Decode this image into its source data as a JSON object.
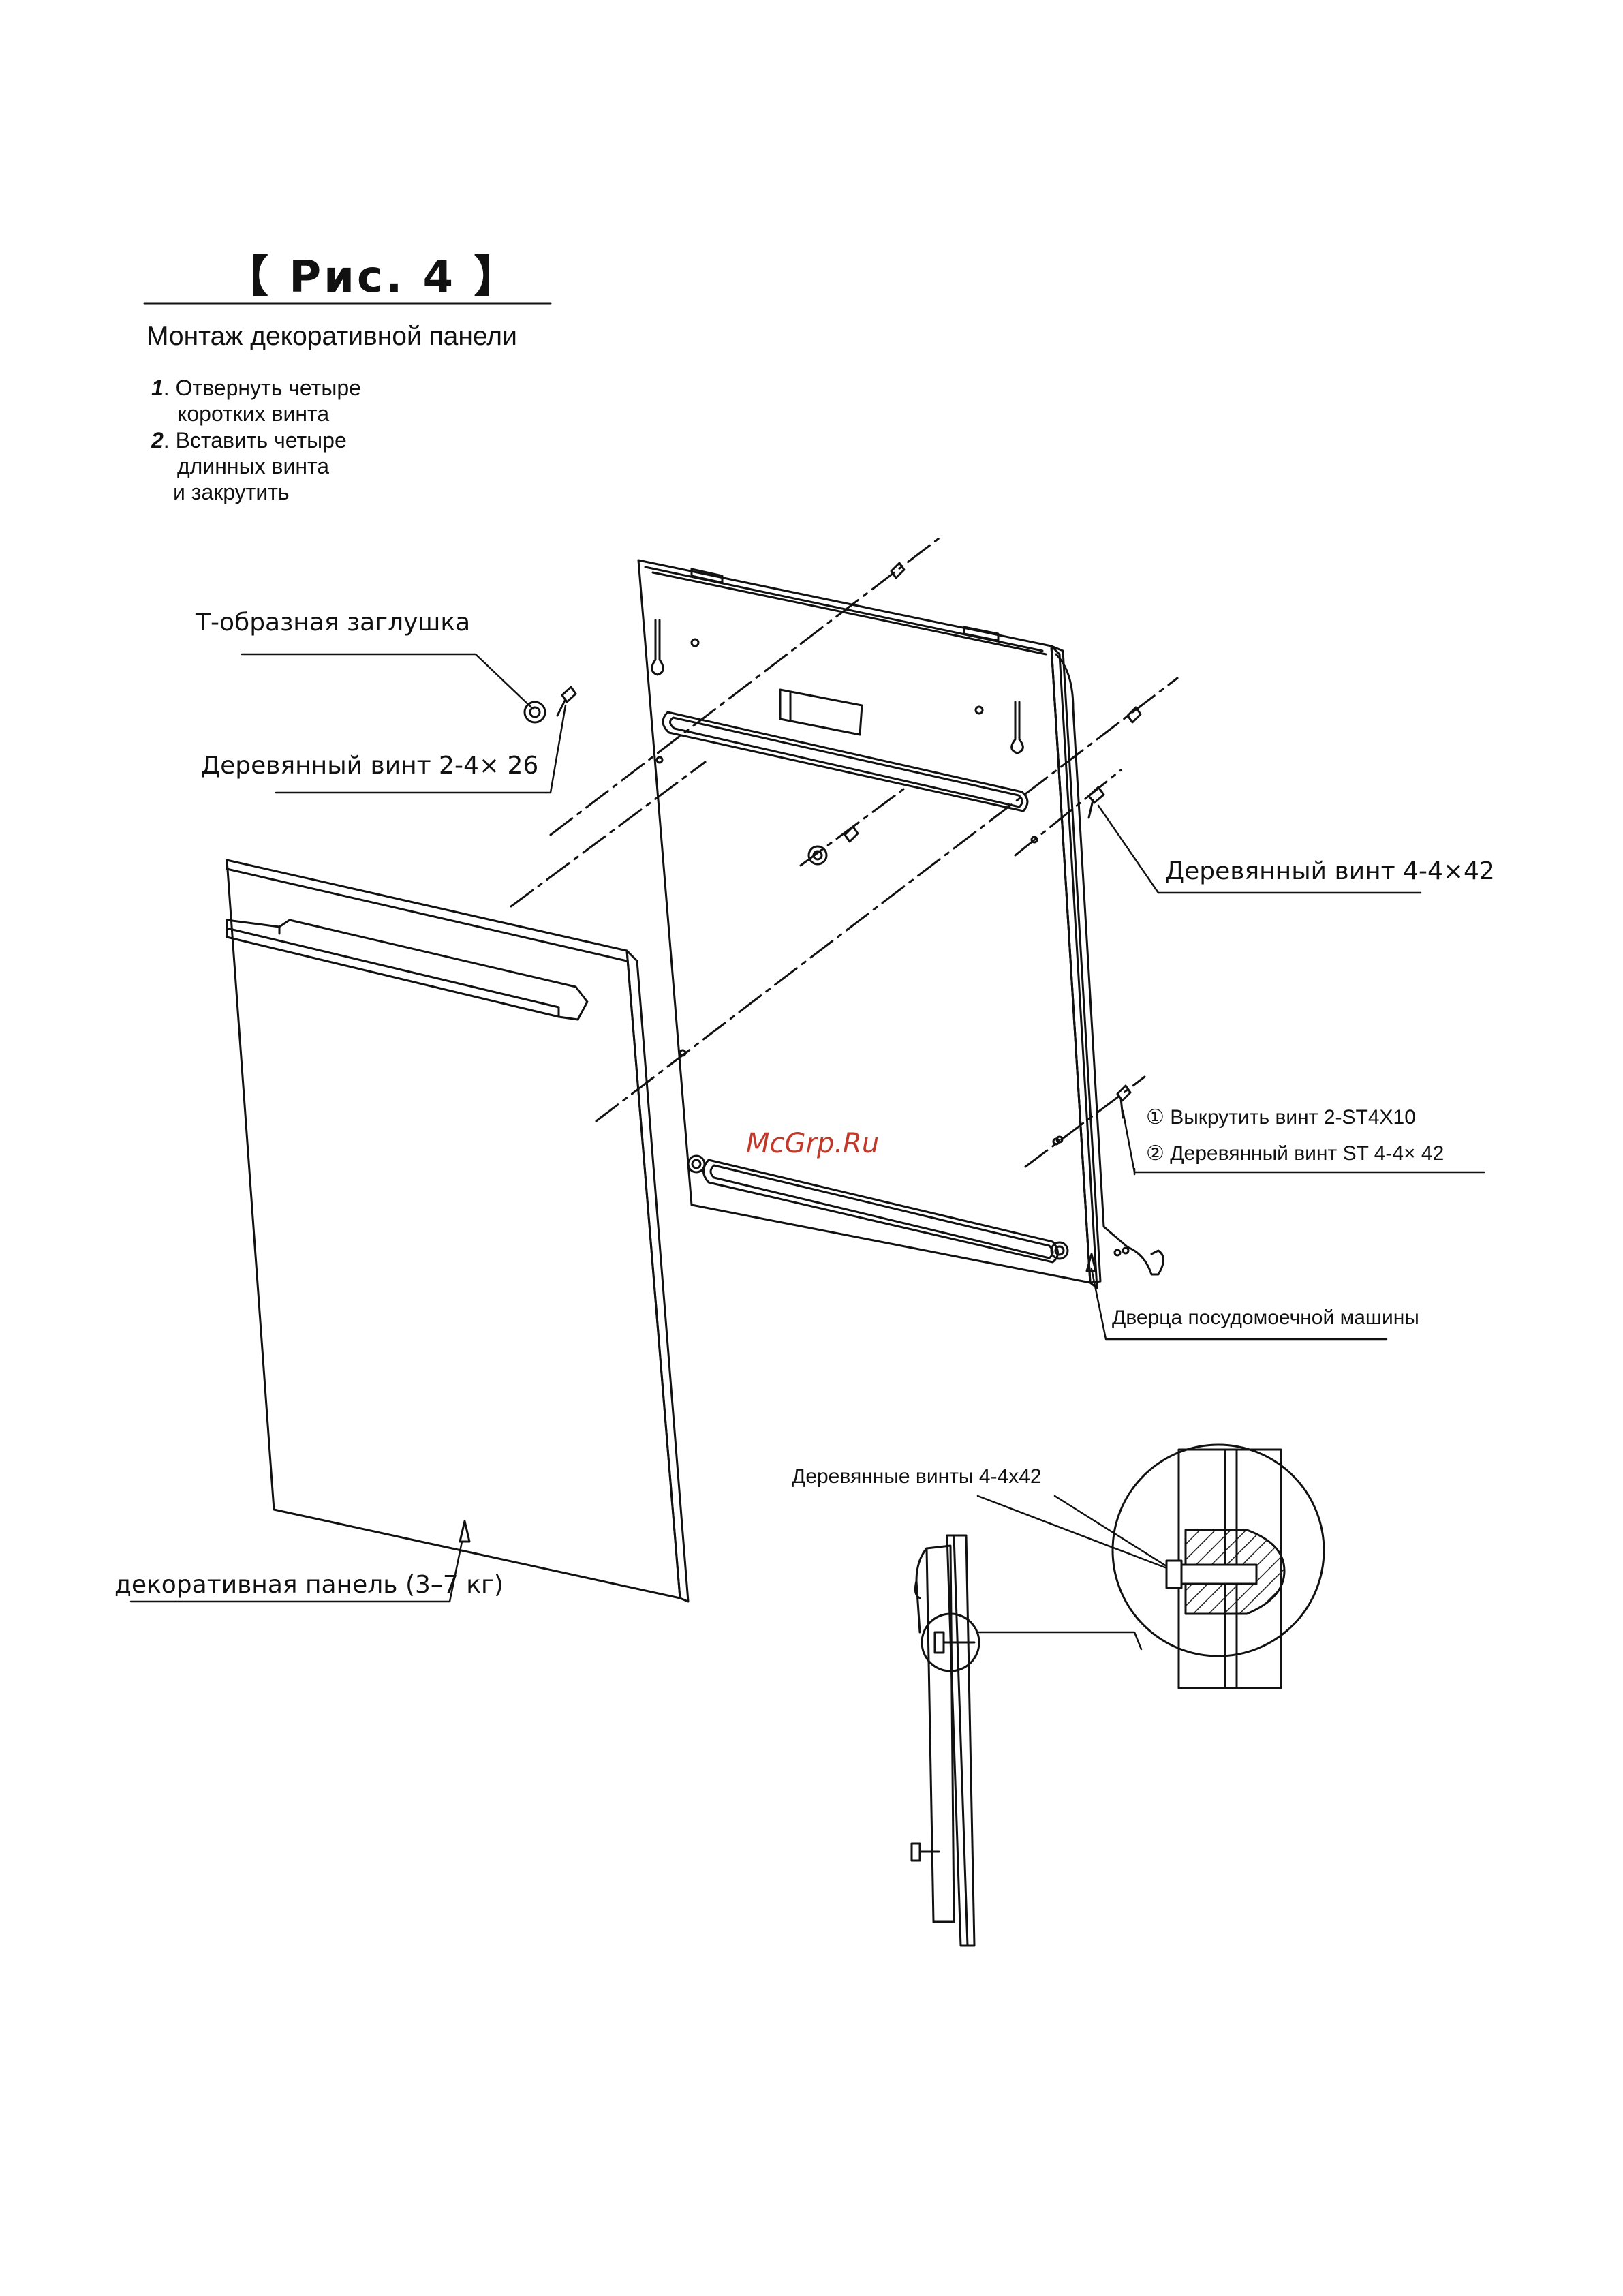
{
  "header": {
    "figure_title": "【 Рис. 4 】",
    "subtitle": "Монтаж декоративной панели"
  },
  "steps": [
    {
      "number": "1",
      "lines": [
        "Отвернуть четыре",
        "коротких винта"
      ]
    },
    {
      "number": "2",
      "lines": [
        "Вставить четыре",
        "длинных винта",
        "и закрутить"
      ]
    }
  ],
  "labels": {
    "t_plug": "Т-образная заглушка",
    "wood_screw_short": "Деревянный винт 2-4× 26",
    "wood_screw_long": "Деревянный винт 4-4×42",
    "unscrew": "① Выкрутить винт 2-ST4X10",
    "wood_screw_st": "② Деревянный винт ST 4-4× 42",
    "dishwasher_door": "Дверца посудомоечной машины",
    "decor_panel": "декоративная панель (3–7 кг)",
    "detail_screws": "Деревянные винты 4-4x42"
  },
  "watermark": "McGrp.Ru"
}
